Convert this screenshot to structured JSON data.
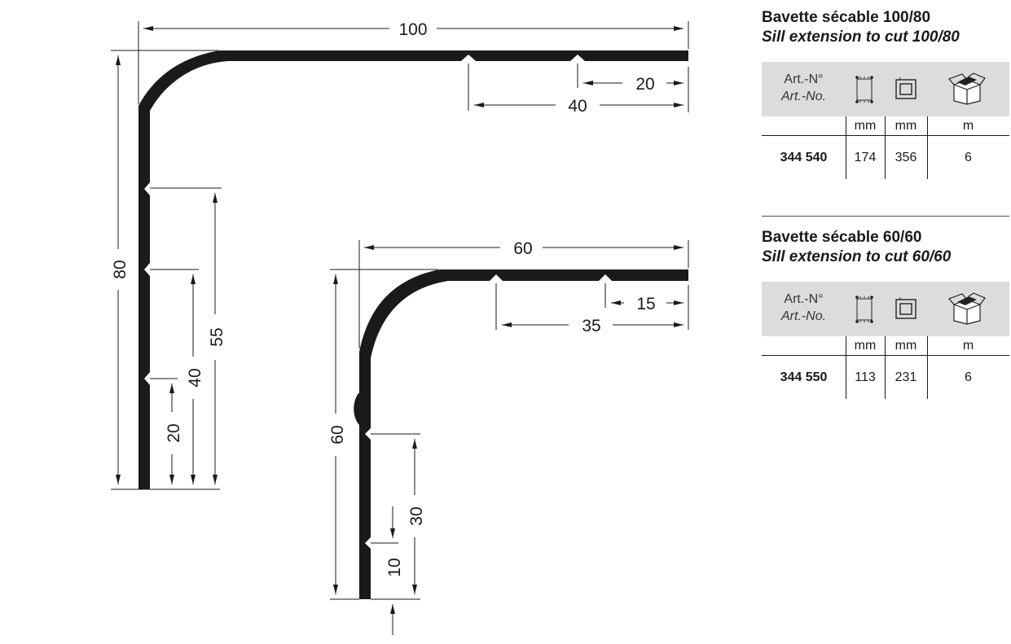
{
  "drawing1": {
    "dims": {
      "top_width": "100",
      "height": "80",
      "notch_far": "40",
      "notch_near": "20",
      "v_55": "55",
      "v_40": "40",
      "v_20": "20"
    }
  },
  "drawing2": {
    "dims": {
      "top_width": "60",
      "height": "60",
      "notch_far": "35",
      "notch_near": "15",
      "v_30": "30",
      "v_10": "10"
    }
  },
  "specs": [
    {
      "title": "Bavette sécable 100/80",
      "subtitle": "Sill extension to cut 100/80",
      "art_label_fr": "Art.-N°",
      "art_label_en": "Art.-No.",
      "icons": [
        "width-icon",
        "cross-section-icon",
        "package-icon"
      ],
      "units": [
        "mm",
        "mm",
        "m"
      ],
      "row": {
        "art_no": "344 540",
        "col1": "174",
        "col2": "356",
        "col3": "6"
      }
    },
    {
      "title": "Bavette sécable 60/60",
      "subtitle": "Sill extension to cut 60/60",
      "art_label_fr": "Art.-N°",
      "art_label_en": "Art.-No.",
      "icons": [
        "width-icon",
        "cross-section-icon",
        "package-icon"
      ],
      "units": [
        "mm",
        "mm",
        "m"
      ],
      "row": {
        "art_no": "344 550",
        "col1": "113",
        "col2": "231",
        "col3": "6"
      }
    }
  ]
}
